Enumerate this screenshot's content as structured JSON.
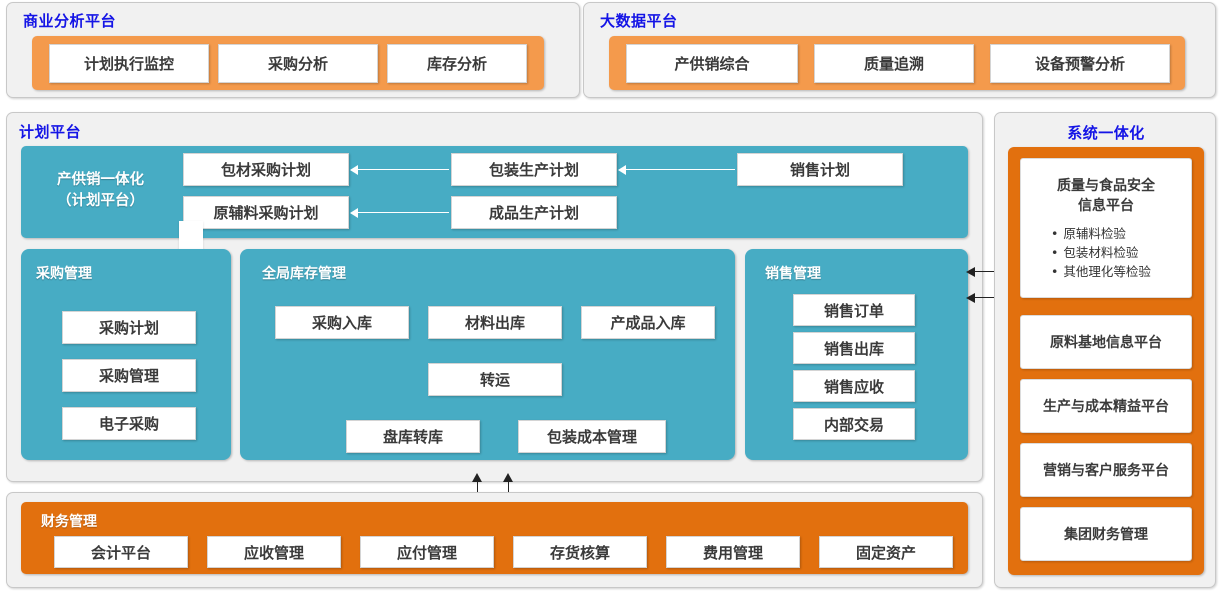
{
  "top_panels": [
    {
      "id": "business-analysis",
      "title": "商业分析平台",
      "accent": "#f49a4c",
      "items": [
        "计划执行监控",
        "采购分析",
        "库存分析"
      ]
    },
    {
      "id": "big-data",
      "title": "大数据平台",
      "accent": "#f49a4c",
      "items": [
        "产供销综合",
        "质量追溯",
        "设备预警分析"
      ]
    }
  ],
  "plan_platform": {
    "title": "计划平台",
    "accent": "#47acc4",
    "integration": {
      "label_line1": "产供销一体化",
      "label_line2": "（计划平台）",
      "col1": [
        "包材采购计划",
        "原辅料采购计划"
      ],
      "col2": [
        "包装生产计划",
        "成品生产计划"
      ],
      "col3": [
        "销售计划"
      ]
    },
    "procurement": {
      "title": "采购管理",
      "items": [
        "采购计划",
        "采购管理",
        "电子采购"
      ]
    },
    "inventory": {
      "title": "全局库存管理",
      "row1": [
        "采购入库",
        "材料出库",
        "产成品入库"
      ],
      "row2": [
        "转运"
      ],
      "row3": [
        "盘库转库",
        "包装成本管理"
      ]
    },
    "sales": {
      "title": "销售管理",
      "items": [
        "销售订单",
        "销售出库",
        "销售应收",
        "内部交易"
      ]
    }
  },
  "finance": {
    "title": "财务管理",
    "accent": "#e2700e",
    "items": [
      "会计平台",
      "应收管理",
      "应付管理",
      "存货核算",
      "费用管理",
      "固定资产"
    ]
  },
  "system_integration": {
    "title": "系统一体化",
    "accent": "#e2700e",
    "primary": {
      "title_line1": "质量与食品安全",
      "title_line2": "信息平台",
      "bullets": [
        "原辅料检验",
        "包装材料检验",
        "其他理化等检验"
      ]
    },
    "items": [
      "原料基地信息平台",
      "生产与成本精益平台",
      "营销与客户服务平台",
      "集团财务管理"
    ]
  }
}
